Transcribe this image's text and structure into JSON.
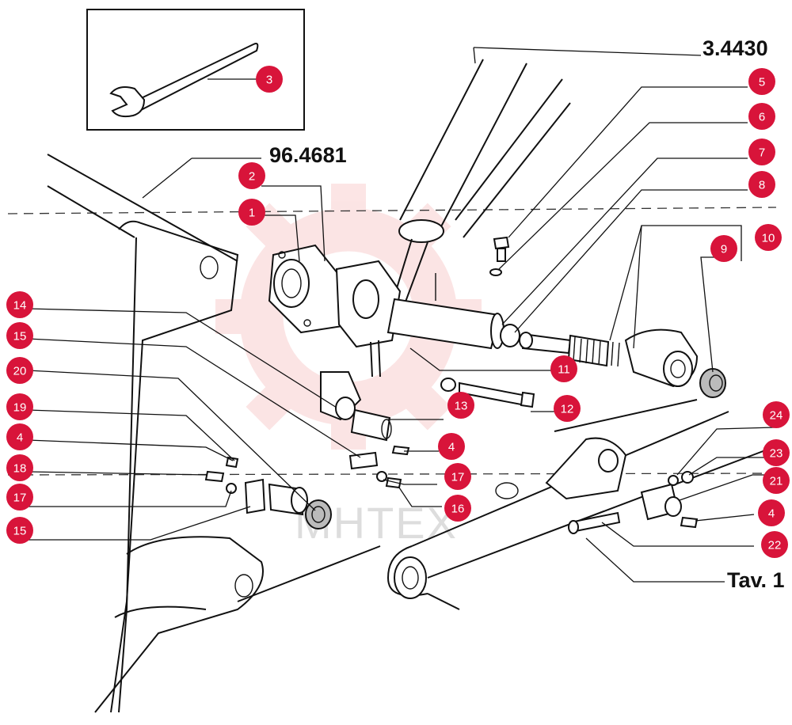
{
  "reference_codes": {
    "tool_code": "3.4430",
    "assembly_code": "96.4681",
    "table_label": "Tav. 1"
  },
  "watermark": {
    "text": "MHTEX",
    "logo": "gear-watermark"
  },
  "callouts": [
    "1",
    "2",
    "3",
    "4",
    "4",
    "4",
    "5",
    "6",
    "7",
    "8",
    "9",
    "10",
    "11",
    "12",
    "13",
    "14",
    "15",
    "15",
    "16",
    "17",
    "17",
    "18",
    "19",
    "20",
    "21",
    "22",
    "23",
    "24"
  ],
  "colors": {
    "callout_fill": "#d8143a",
    "callout_text": "#ffffff",
    "lines": "#111111",
    "watermark": "#f08a8a"
  }
}
